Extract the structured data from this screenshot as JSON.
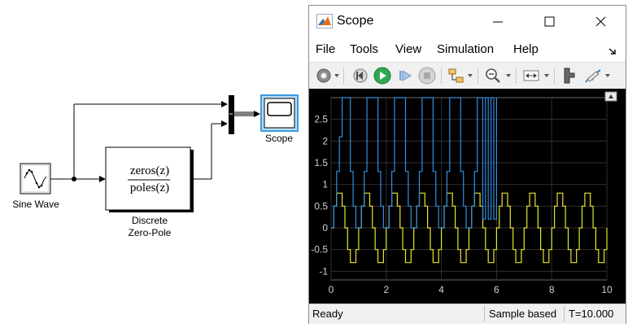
{
  "model": {
    "sine_label": "Sine Wave",
    "zp_numerator": "zeros(z)",
    "zp_denominator": "poles(z)",
    "zp_label_line1": "Discrete",
    "zp_label_line2": "Zero-Pole",
    "scope_label": "Scope"
  },
  "scope_window": {
    "title": "Scope",
    "menu": [
      "File",
      "Tools",
      "View",
      "Simulation",
      "Help"
    ],
    "toolbar_icons": [
      "gear-icon",
      "rewind-icon",
      "run-icon",
      "step-forward-icon",
      "stop-icon",
      "highlight-block-icon",
      "zoom-icon",
      "fit-axes-icon",
      "signal-selector-icon",
      "measure-icon"
    ],
    "status": {
      "ready": "Ready",
      "mode": "Sample based",
      "time": "T=10.000"
    },
    "colors": {
      "plot_bg": "#000000",
      "grid": "#303030",
      "blue_trace": "#2f8fe0",
      "yellow_trace": "#e6e62a",
      "accent": "#1e73be"
    }
  },
  "chart_data": {
    "type": "line",
    "title": "",
    "xlabel": "",
    "ylabel": "",
    "xlim": [
      0,
      10
    ],
    "ylim": [
      -1.2,
      3.0
    ],
    "xticks": [
      0,
      2,
      4,
      6,
      8,
      10
    ],
    "yticks": [
      -1,
      -0.5,
      0,
      0.5,
      1,
      1.5,
      2,
      2.5
    ],
    "grid": true,
    "sample_time": 0.1,
    "series": [
      {
        "color": "#e6e62a",
        "kind": "quantized_sine",
        "levels": [
          0,
          0.5,
          0.8,
          0.8,
          0.5,
          0,
          -0.5,
          -0.8,
          -0.8,
          -0.5
        ]
      },
      {
        "color": "#2f8fe0",
        "kind": "zero_pole_output",
        "x_end": 6.0,
        "period_pattern": [
          0,
          0.5,
          1.3,
          2.1,
          2.6,
          2.6,
          2.1,
          1.3,
          0.5,
          0
        ],
        "burst_region": [
          5.5,
          6.0
        ]
      }
    ]
  }
}
